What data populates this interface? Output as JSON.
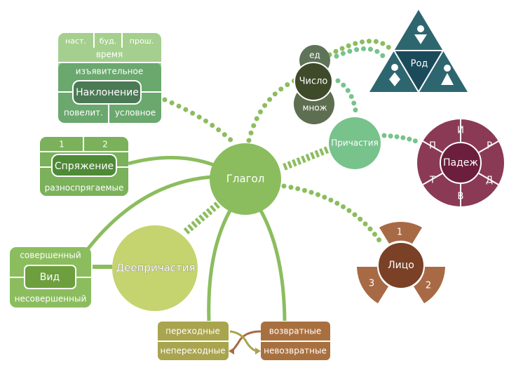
{
  "center": {
    "label": "Глагол"
  },
  "naklonenie": {
    "time_items": [
      "наст.",
      "буд.",
      "прош."
    ],
    "time_label": "время",
    "top": "изъявительное",
    "label": "Наклонение",
    "bottom_left": "повелит.",
    "bottom_right": "условное"
  },
  "spryazhenie": {
    "items": [
      "1",
      "2"
    ],
    "label": "Спряжение",
    "bottom": "разноспрягаемые"
  },
  "vid": {
    "top": "совершенный",
    "label": "Вид",
    "bottom": "несовершенный"
  },
  "deeprichastiya": {
    "label": "Деепричастия"
  },
  "perehodnost": {
    "top": "переходные",
    "bottom": "непереходные"
  },
  "vozvratnost": {
    "top": "возвратные",
    "bottom": "невозвратные"
  },
  "chislo": {
    "top": "ед",
    "label": "Число",
    "bottom": "множ"
  },
  "rod": {
    "label": "Род"
  },
  "prichastiya": {
    "label": "Причастия"
  },
  "padezh": {
    "label": "Падеж",
    "items": [
      "И",
      "Р",
      "Д",
      "В",
      "Т",
      "П"
    ]
  },
  "lico": {
    "label": "Лицо",
    "items": [
      "1",
      "2",
      "3"
    ]
  },
  "colors": {
    "green": "#8bbd5e",
    "teal": "#2e6670",
    "maroon": "#8b3a56",
    "brown": "#a86a45"
  }
}
